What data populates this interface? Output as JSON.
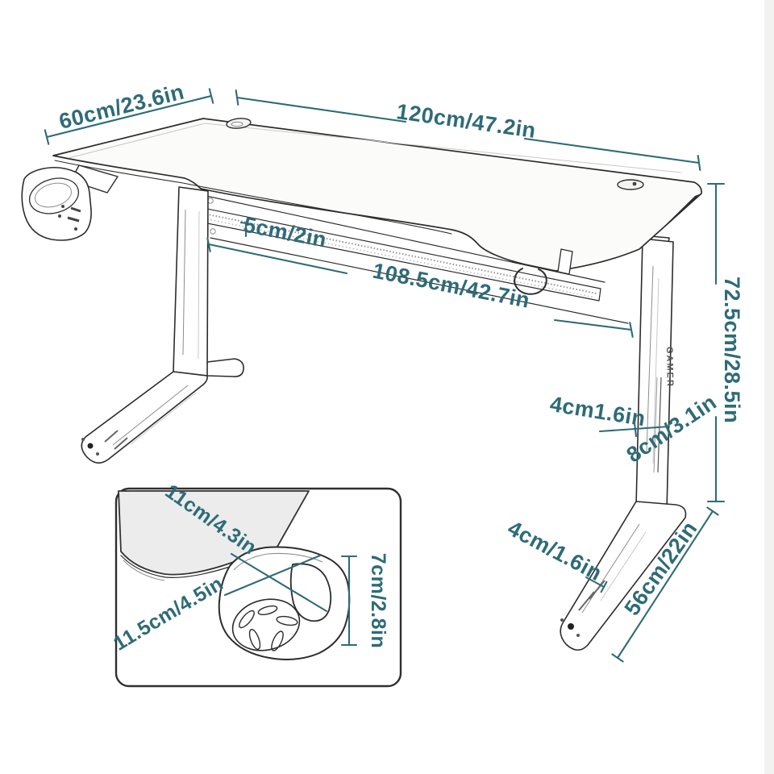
{
  "diagram": {
    "type": "product-dimension-diagram",
    "subject": "gaming desk line drawing with measurements",
    "colors": {
      "dimension_annotation": "#2e6b78",
      "line_art": "#2c2c2c"
    },
    "labels": {
      "desk_depth": "60cm/23.6in",
      "desk_width": "120cm/47.2in",
      "crossbar_height": "5cm/2in",
      "crossbar_length": "108.5cm/42.7in",
      "desk_height": "72.5cm/28.5in",
      "leg_column_width": "4cm1.6in",
      "leg_column_depth": "8cm/3.1in",
      "foot_height": "4cm/1.6in",
      "foot_length": "56cm/22in"
    },
    "inset": {
      "cupholder_width": "11cm/4.3in",
      "cupholder_diameter": "11.5cm/4.5in",
      "cupholder_height": "7cm/2.8in"
    },
    "leg_logo": "GAMER"
  }
}
